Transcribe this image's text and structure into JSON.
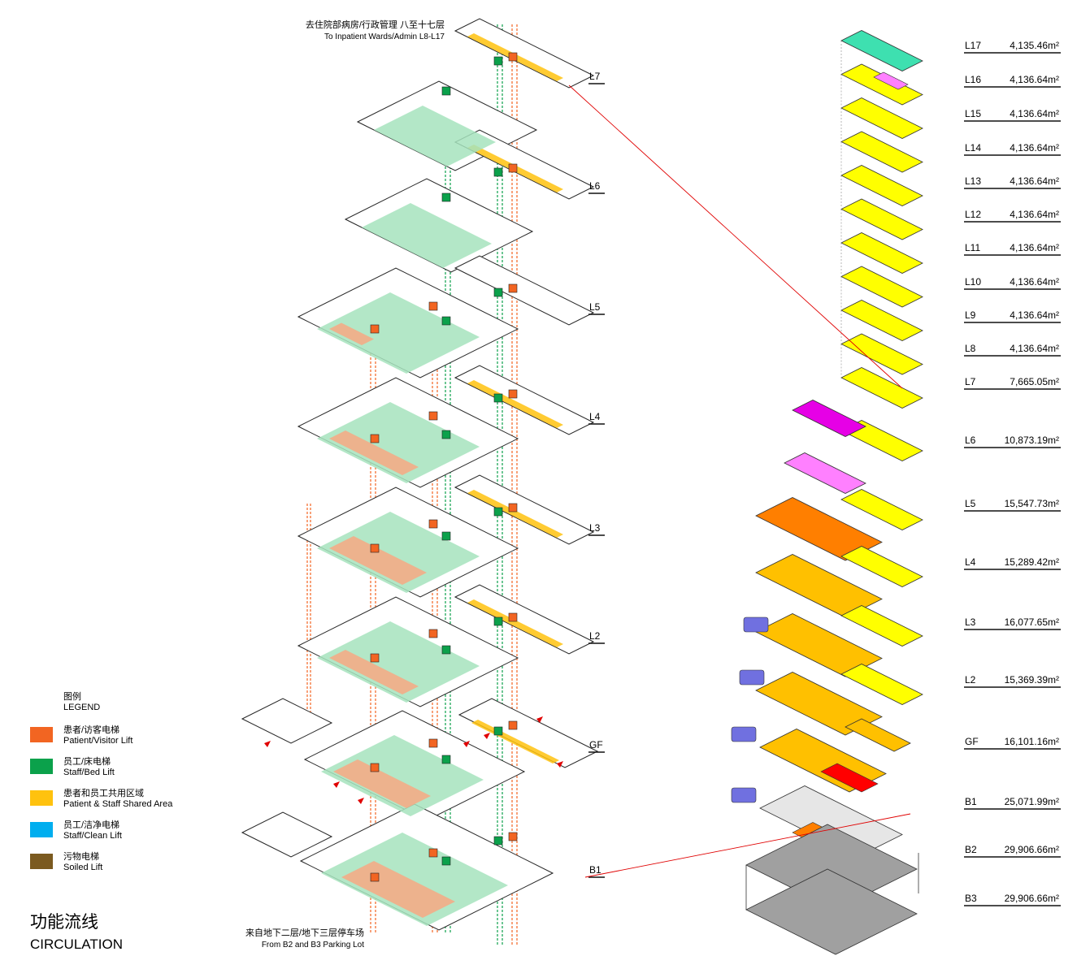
{
  "header": {
    "top_note_cn": "去住院部病房/行政管理  八至十七层",
    "top_note_en": "To Inpatient Wards/Admin L8-L17",
    "bottom_note_cn": "来自地下二层/地下三层停车场",
    "bottom_note_en": "From B2 and B3 Parking Lot"
  },
  "title": {
    "cn": "功能流线",
    "en": "CIRCULATION"
  },
  "legend": {
    "title_cn": "图例",
    "title_en": "LEGEND",
    "items": [
      {
        "cn": "患者/访客电梯",
        "en": "Patient/Visitor Lift",
        "color": "#f26522"
      },
      {
        "cn": "员工/床电梯",
        "en": "Staff/Bed Lift",
        "color": "#0ba14b"
      },
      {
        "cn": "患者和员工共用区域",
        "en": "Patient & Staff Shared Area",
        "color": "#ffc20e"
      },
      {
        "cn": "员工/洁净电梯",
        "en": "Staff/Clean Lift",
        "color": "#00aeef"
      },
      {
        "cn": "污物电梯",
        "en": "Soiled Lift",
        "color": "#7b5a20"
      }
    ]
  },
  "exploded_floor_labels": [
    "L7",
    "L6",
    "L5",
    "L4",
    "L3",
    "L2",
    "GF",
    "B1"
  ],
  "areas": [
    {
      "level": "L17",
      "area": "4,135.46m²"
    },
    {
      "level": "L16",
      "area": "4,136.64m²"
    },
    {
      "level": "L15",
      "area": "4,136.64m²"
    },
    {
      "level": "L14",
      "area": "4,136.64m²"
    },
    {
      "level": "L13",
      "area": "4,136.64m²"
    },
    {
      "level": "L12",
      "area": "4,136.64m²"
    },
    {
      "level": "L11",
      "area": "4,136.64m²"
    },
    {
      "level": "L10",
      "area": "4,136.64m²"
    },
    {
      "level": "L9",
      "area": "4,136.64m²"
    },
    {
      "level": "L8",
      "area": "4,136.64m²"
    },
    {
      "level": "L7",
      "area": "7,665.05m²"
    },
    {
      "level": "L6",
      "area": "10,873.19m²"
    },
    {
      "level": "L5",
      "area": "15,547.73m²"
    },
    {
      "level": "L4",
      "area": "15,289.42m²"
    },
    {
      "level": "L3",
      "area": "16,077.65m²"
    },
    {
      "level": "L2",
      "area": "15,369.39m²"
    },
    {
      "level": "GF",
      "area": "16,101.16m²"
    },
    {
      "level": "B1",
      "area": "25,071.99m²"
    },
    {
      "level": "B2",
      "area": "29,906.66m²"
    },
    {
      "level": "B3",
      "area": "29,906.66m²"
    }
  ],
  "colors": {
    "patient": "#f26522",
    "patient_light": "#f7a883",
    "staff": "#0ba14b",
    "staff_light": "#a6e3bd",
    "shared": "#ffc20e",
    "tower_yellow": "#ffff00",
    "tower_orange": "#ff7f00",
    "tower_amber": "#ffc000",
    "magenta": "#e600e6",
    "pink": "#ff80ff",
    "teal": "#3ee0b0",
    "violet": "#7070e0",
    "red": "#ff0000",
    "gray": "#a0a0a0",
    "light_gray": "#e6e6e6"
  }
}
